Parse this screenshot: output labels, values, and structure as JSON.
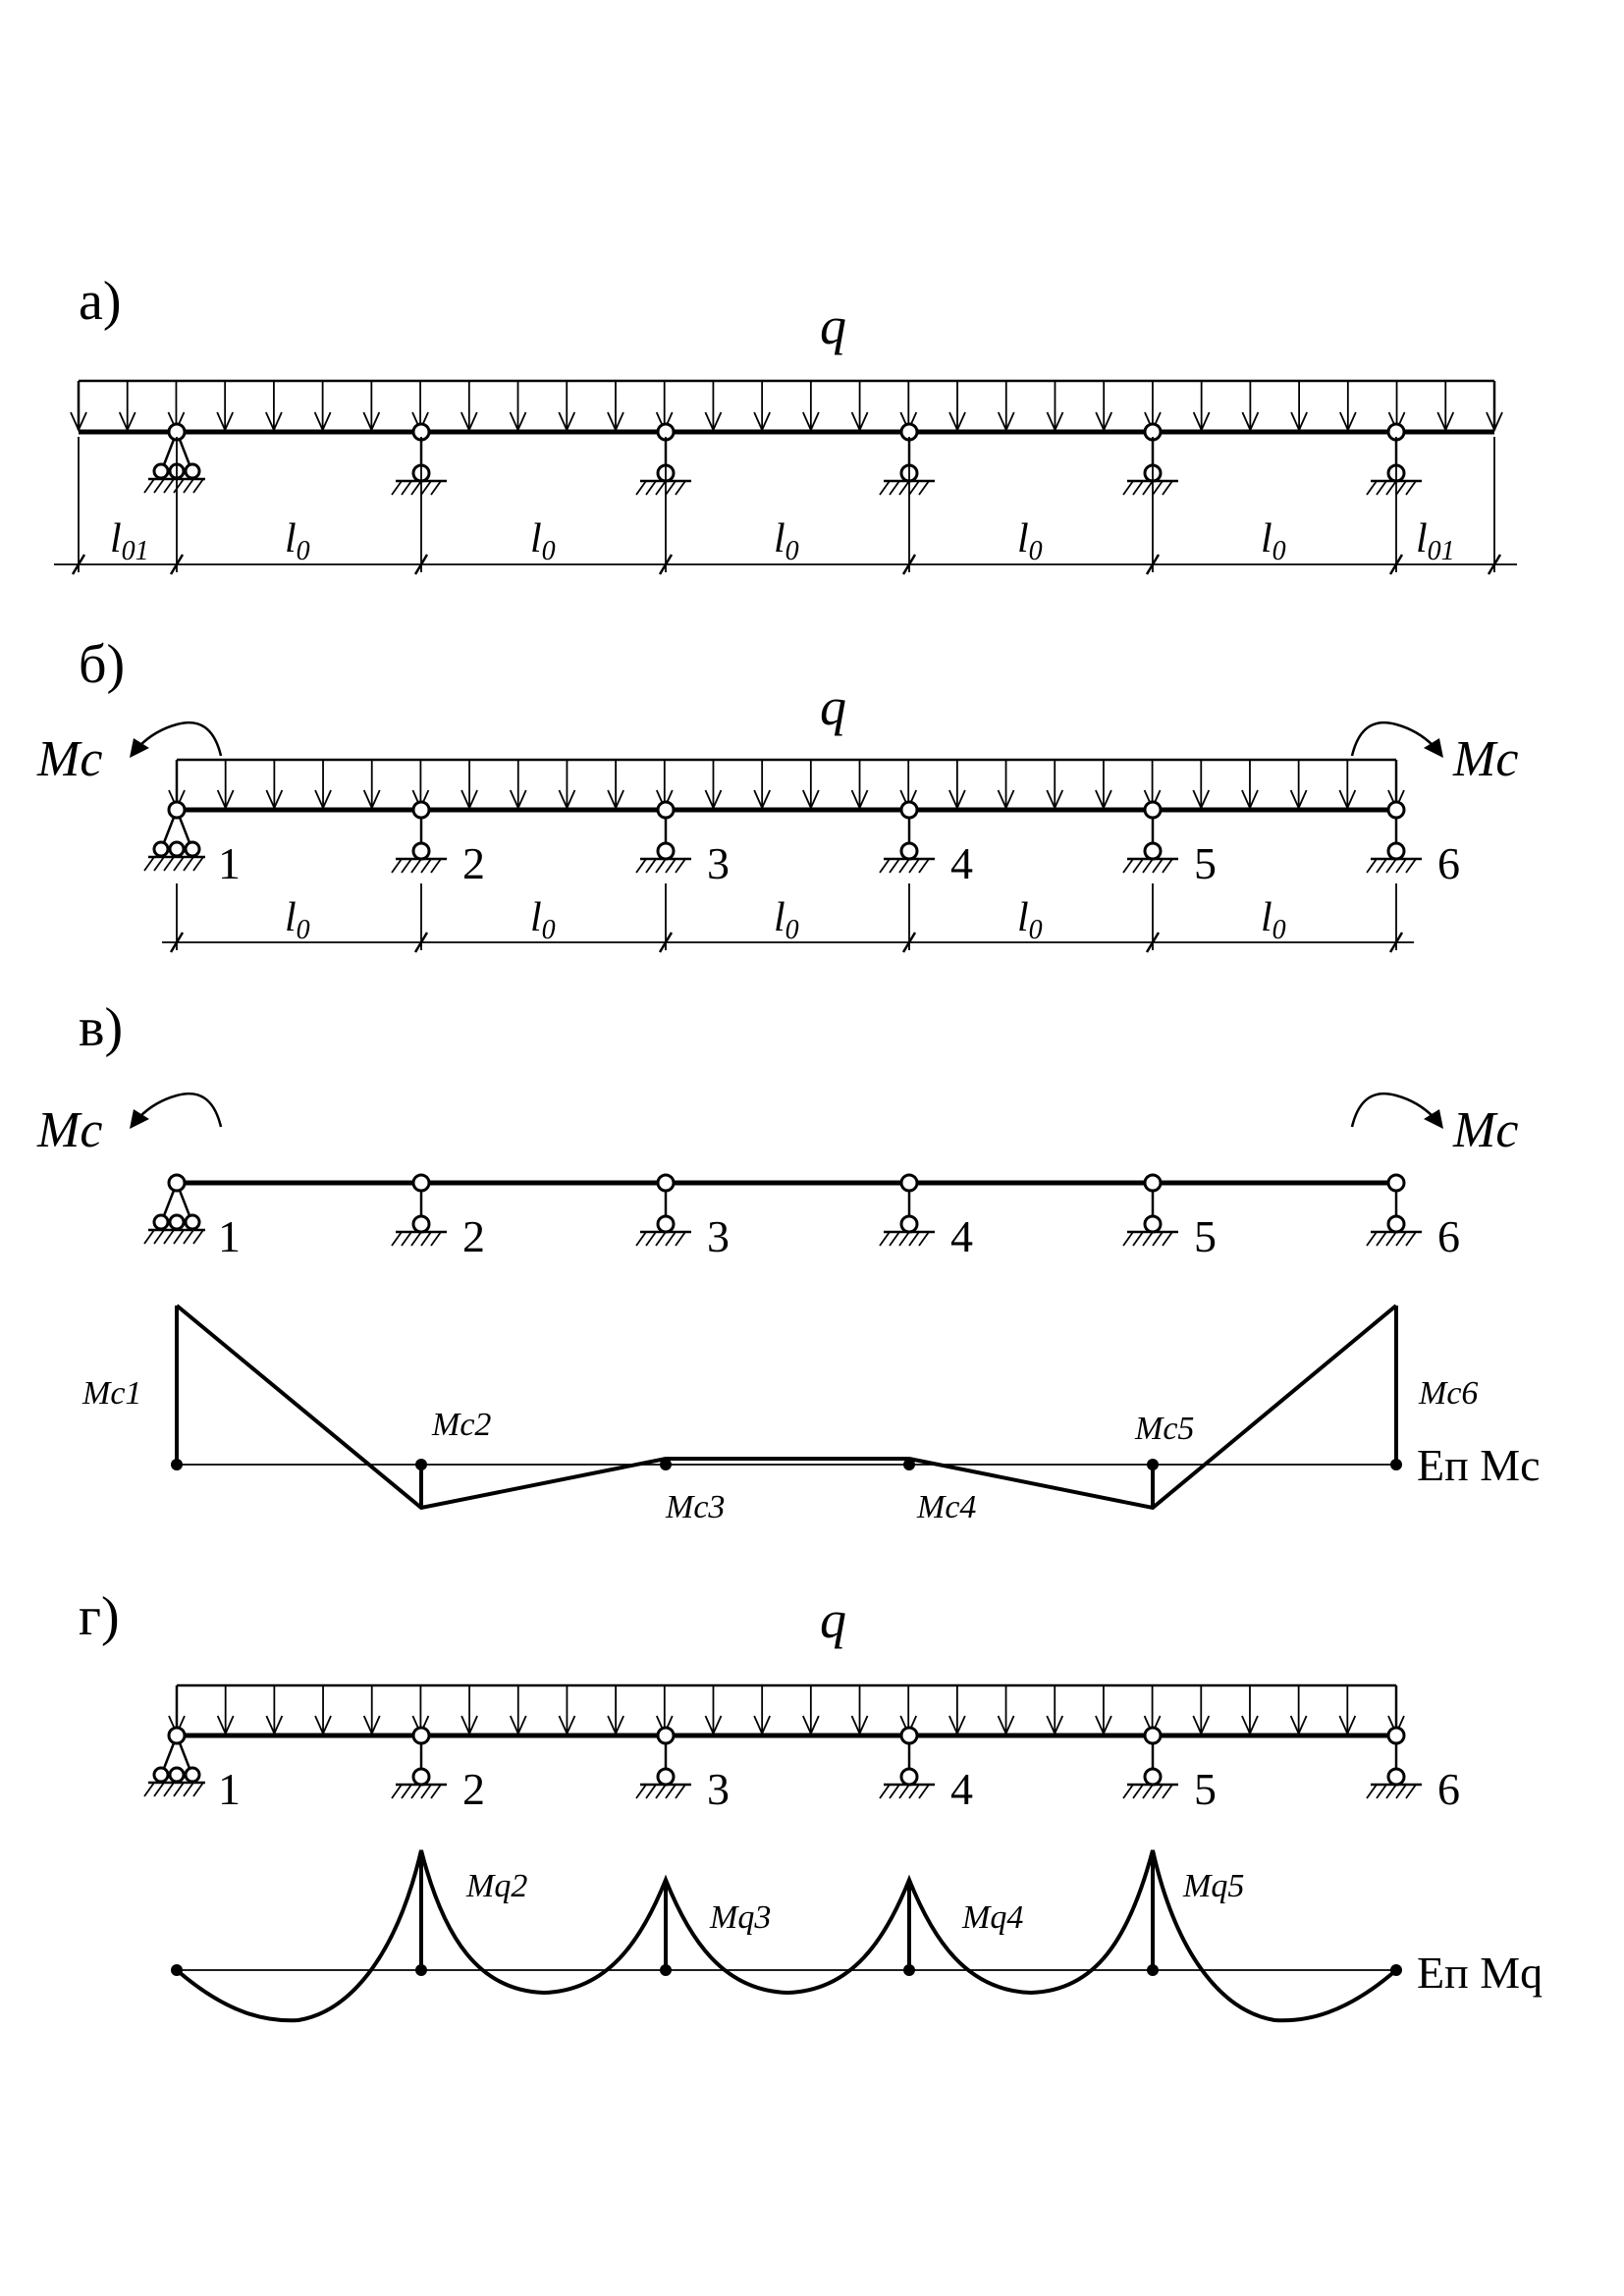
{
  "panels": {
    "a": "а)",
    "b": "б)",
    "v": "в)",
    "g": "г)"
  },
  "load_label": "q",
  "moment_label": "Mc",
  "span_labels": {
    "end": {
      "main": "l",
      "sub": "01"
    },
    "inner": {
      "main": "l",
      "sub": "0"
    }
  },
  "support_numbers": [
    "1",
    "2",
    "3",
    "4",
    "5",
    "6"
  ],
  "mc_ordinates": [
    "Mc1",
    "Mc2",
    "Mc3",
    "Mc4",
    "Mc5",
    "Mc6"
  ],
  "mq_ordinates": [
    "Mq2",
    "Mq3",
    "Mq4",
    "Mq5"
  ],
  "diagram_labels": {
    "mc": "Еп Мс",
    "mq": "Еп Мq"
  }
}
